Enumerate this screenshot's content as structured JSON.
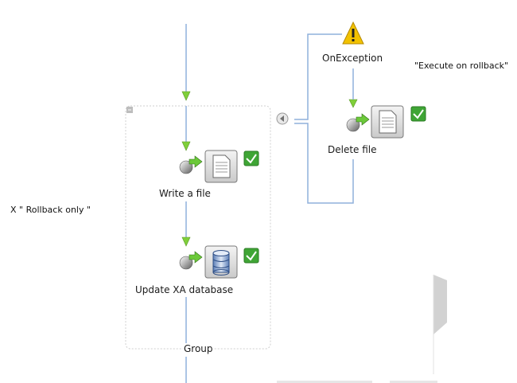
{
  "nodes": {
    "on_exception": {
      "label": "OnException",
      "icon": "warning-icon"
    },
    "delete_file": {
      "label": "Delete file",
      "icon": "file-activity-icon",
      "status": "checked"
    },
    "write_file": {
      "label": "Write a file",
      "icon": "file-activity-icon",
      "status": "checked"
    },
    "update_db": {
      "label": "Update XA database",
      "icon": "database-activity-icon",
      "status": "checked"
    }
  },
  "group": {
    "label": "Group",
    "collapse_symbol": "-"
  },
  "annotations": {
    "execute_on_rollback": "\"Execute on rollback\"",
    "rollback_only": "X  \" Rollback only \""
  },
  "colors": {
    "flow_line": "#8fb0dc",
    "arrow_head": "#7fcf3a",
    "check_green": "#3fa535",
    "warning_yellow": "#f2c200"
  }
}
